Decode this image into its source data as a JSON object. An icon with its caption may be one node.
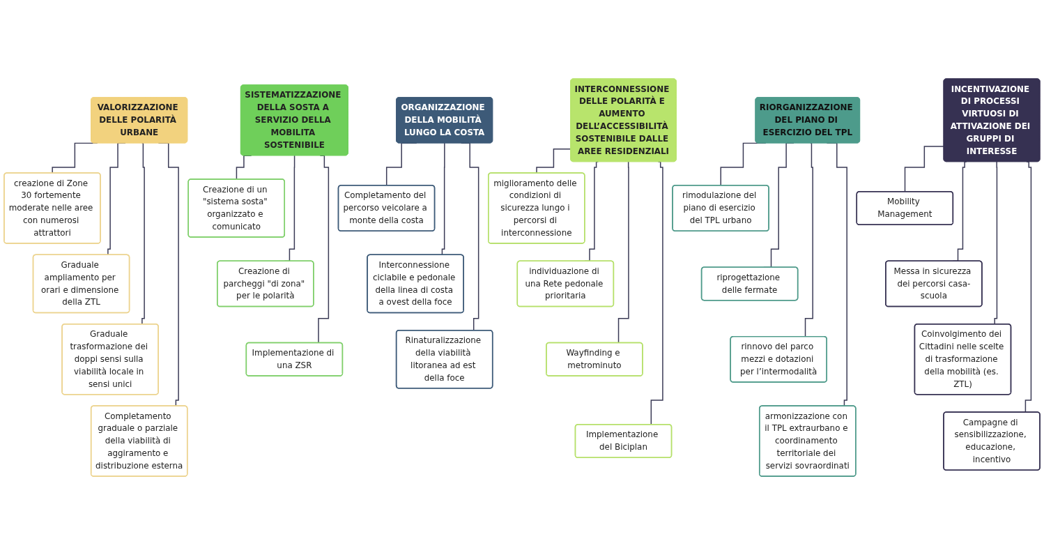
{
  "diagram": {
    "nodes": [
      {
        "text": [
          "VALORIZZAZIONE DELLE POLARITÀ URBANE"
        ]
      },
      {
        "text": [
          "creazione di Zone 30 fortemente moderate nelle aree con numerosi attrattori"
        ]
      },
      {
        "text": [
          "Graduale ampliamento per orari e dimensione della ZTL"
        ]
      },
      {
        "text": [
          "Graduale trasformazione dei doppi sensi sulla viabilità locale in sensi unici"
        ]
      },
      {
        "text": [
          "Completamento graduale o parziale della viabilità di aggiramento e distribuzione esterna"
        ]
      },
      {
        "text": [
          "INTERCONNESSIONE DELLE POLARITÀ E AUMENTO DELL’ACCESSIBILITÀ SOSTENIBILE DALLE AREE RESIDENZIALI"
        ]
      },
      {
        "text": [
          "miglioramento delle condizioni di sicurezza lungo i percorsi di interconnessione"
        ]
      },
      {
        "text": [
          "individuazione di una Rete pedonale prioritaria"
        ]
      },
      {
        "text": [
          "Wayfinding e metrominuto"
        ]
      },
      {
        "text": [
          "Implementazione del Biciplan"
        ]
      },
      {
        "text": [
          "SISTEMATIZZAZIONE DELLA SOSTA A SERVIZIO DELLA MOBILITA SOSTENIBILE"
        ]
      },
      {
        "text": [
          "Creazione di un \"sistema sosta\" organizzato e comunicato"
        ]
      },
      {
        "text": [
          "Creazione di parcheggi \"di zona\" per le polarità"
        ]
      },
      {
        "text": [
          "Implementazione di una ZSR"
        ]
      },
      {
        "text": [
          "RIORGANIZZAZIONE DEL PIANO DI ESERCIZIO DEL TPL"
        ]
      },
      {
        "text": [
          "rimodulazione del piano di esercizio del TPL urbano"
        ]
      },
      {
        "text": [
          "riprogettazione delle fermate"
        ]
      },
      {
        "text": [
          "rinnovo del parco mezzi e dotazioni per l’intermodalità"
        ]
      },
      {
        "text": [
          "armonizzazione con il TPL extraurbano e coordinamento territoriale dei servizi sovraordinati"
        ]
      },
      {
        "text": [
          "ORGANIZZAZIONE DELLA MOBILITÀ LUNGO LA COSTA"
        ]
      },
      {
        "text": [
          "Completamento del percorso veicolare a monte della costa"
        ]
      },
      {
        "text": [
          "Interconnessione ciclabile e pedonale della linea di costa a ovest della foce"
        ]
      },
      {
        "text": [
          "Rinaturalizzazione della viabilità litoranea ad est della foce"
        ]
      },
      {
        "text": [
          "INCENTIVAZIONE DI PROCESSI VIRTUOSI DI ATTIVAZIONE DEI GRUPPI DI INTERESSE"
        ]
      },
      {
        "text": [
          "Mobility Management"
        ]
      },
      {
        "text": [
          "Messa in sicurezza dei percorsi casa-scuola"
        ]
      },
      {
        "text": [
          "Coinvolgimento dei Cittadini nelle scelte di trasformazione della mobilità (es. ZTL)"
        ]
      },
      {
        "text": [
          "Campagne di sensibilizzazione, educazione, incentivo"
        ]
      }
    ],
    "edges": [
      {
        "from": 0,
        "to": 1,
        "arrow": "none"
      },
      {
        "from": 0,
        "to": 2,
        "arrow": "none"
      },
      {
        "from": 0,
        "to": 3,
        "arrow": "none"
      },
      {
        "from": 0,
        "to": 4,
        "arrow": "none"
      },
      {
        "from": 5,
        "to": 6,
        "arrow": "none"
      },
      {
        "from": 5,
        "to": 7,
        "arrow": "none"
      },
      {
        "from": 5,
        "to": 8,
        "arrow": "none"
      },
      {
        "from": 5,
        "to": 9,
        "arrow": "none"
      },
      {
        "from": 10,
        "to": 11,
        "arrow": "none"
      },
      {
        "from": 10,
        "to": 12,
        "arrow": "none"
      },
      {
        "from": 10,
        "to": 13,
        "arrow": "none"
      },
      {
        "from": 14,
        "to": 15,
        "arrow": "none"
      },
      {
        "from": 14,
        "to": 16,
        "arrow": "none"
      },
      {
        "from": 14,
        "to": 17,
        "arrow": "none"
      },
      {
        "from": 14,
        "to": 18,
        "arrow": "none"
      },
      {
        "from": 19,
        "to": 20,
        "arrow": "none"
      },
      {
        "from": 19,
        "to": 21,
        "arrow": "none"
      },
      {
        "from": 19,
        "to": 22,
        "arrow": "none"
      },
      {
        "from": 23,
        "to": 24,
        "arrow": "none"
      },
      {
        "from": 23,
        "to": 25,
        "arrow": "none"
      },
      {
        "from": 23,
        "to": 26,
        "arrow": "none"
      },
      {
        "from": 23,
        "to": 27,
        "arrow": "none"
      }
    ]
  }
}
